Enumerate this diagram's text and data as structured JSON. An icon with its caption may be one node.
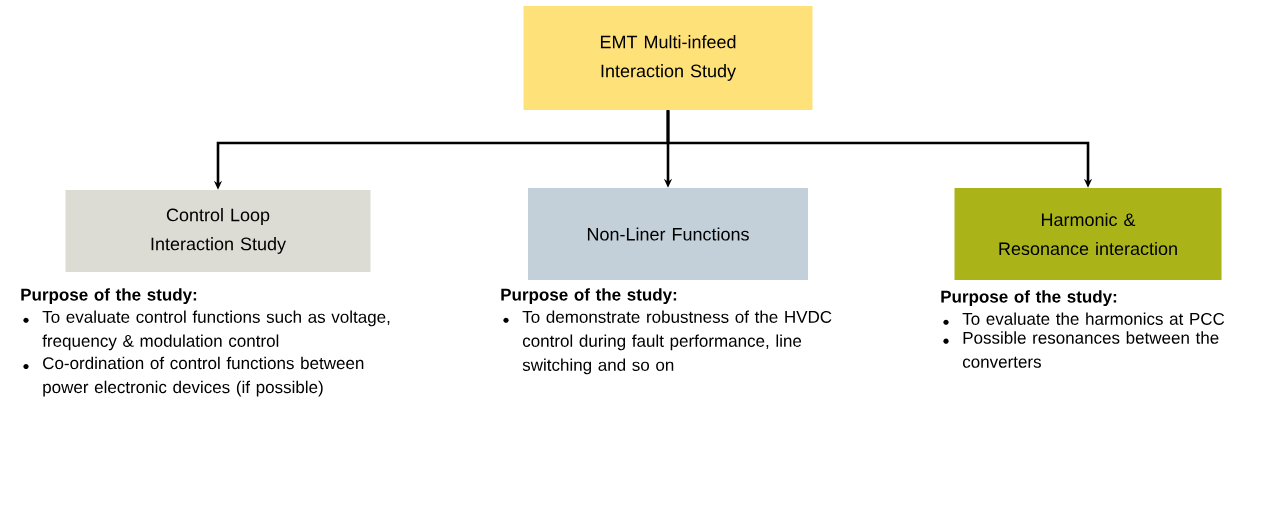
{
  "diagram": {
    "nodes": [
      {
        "text": [
          "EMT Multi-infeed Interaction Study"
        ]
      },
      {
        "text": [
          "Control Loop Interaction Study"
        ],
        "beside": [
          "Purpose of the study:",
          "To evaluate control functions such as voltage, frequency & modulation control",
          "Co-ordination of control functions between power electronic devices (if possible)"
        ]
      },
      {
        "text": [
          "Non-Liner Functions"
        ],
        "beside": [
          "Purpose of the study:",
          "To demonstrate robustness of the HVDC control during fault performance, line switching and so on"
        ]
      },
      {
        "text": [
          "Harmonic & Resonance interaction"
        ],
        "beside": [
          "Purpose of the study:",
          "To evaluate the harmonics at PCC",
          "Possible resonances between the converters"
        ]
      }
    ],
    "edges": [
      {
        "from": 0,
        "to": 1,
        "arrow": "to"
      },
      {
        "from": 0,
        "to": 2,
        "arrow": "to"
      },
      {
        "from": 0,
        "to": 3,
        "arrow": "to"
      }
    ]
  }
}
